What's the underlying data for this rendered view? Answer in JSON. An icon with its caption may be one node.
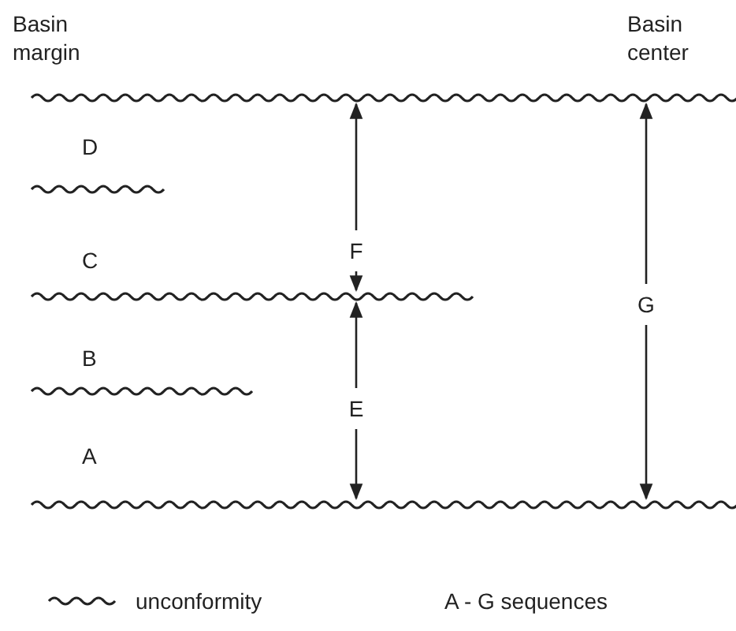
{
  "diagram": {
    "labels": [
      "Basin margin",
      "Basin center",
      "D",
      "C",
      "B",
      "A",
      "F",
      "E",
      "G",
      "A - G sequences"
    ],
    "legend": [
      {
        "text": "unconformity"
      }
    ]
  }
}
